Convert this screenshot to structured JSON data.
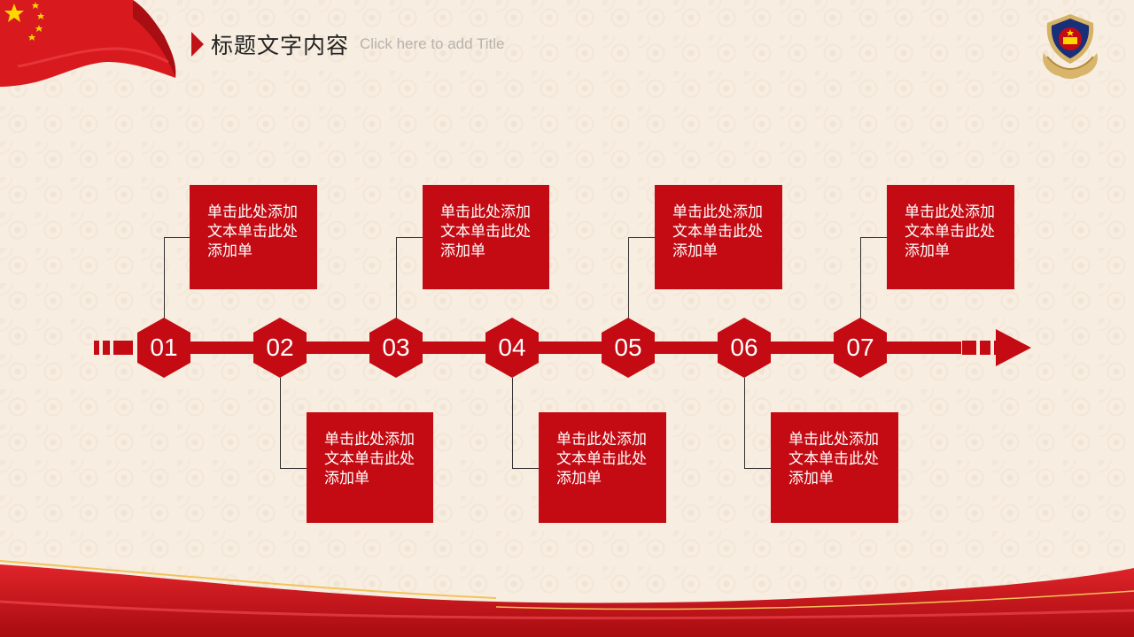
{
  "header": {
    "title_cn": "标题文字内容",
    "title_en": "Click here to add Title"
  },
  "timeline": {
    "steps": [
      "01",
      "02",
      "03",
      "04",
      "05",
      "06",
      "07"
    ],
    "cards": [
      {
        "step": "01",
        "text": "单击此处添加文本单击此处添加单",
        "position": "top"
      },
      {
        "step": "02",
        "text": "单击此处添加文本单击此处添加单",
        "position": "bottom"
      },
      {
        "step": "03",
        "text": "单击此处添加文本单击此处添加单",
        "position": "top"
      },
      {
        "step": "04",
        "text": "单击此处添加文本单击此处添加单",
        "position": "bottom"
      },
      {
        "step": "05",
        "text": "单击此处添加文本单击此处添加单",
        "position": "top"
      },
      {
        "step": "06",
        "text": "单击此处添加文本单击此处添加单",
        "position": "bottom"
      },
      {
        "step": "07",
        "text": "单击此处添加文本单击此处添加单",
        "position": "top"
      }
    ]
  },
  "colors": {
    "accent": "#c40a12",
    "background": "#f7ede0",
    "connector": "#333333"
  },
  "icons": {
    "top_left": "flag-icon",
    "top_right": "police-badge-icon",
    "title_marker": "triangle-icon"
  }
}
